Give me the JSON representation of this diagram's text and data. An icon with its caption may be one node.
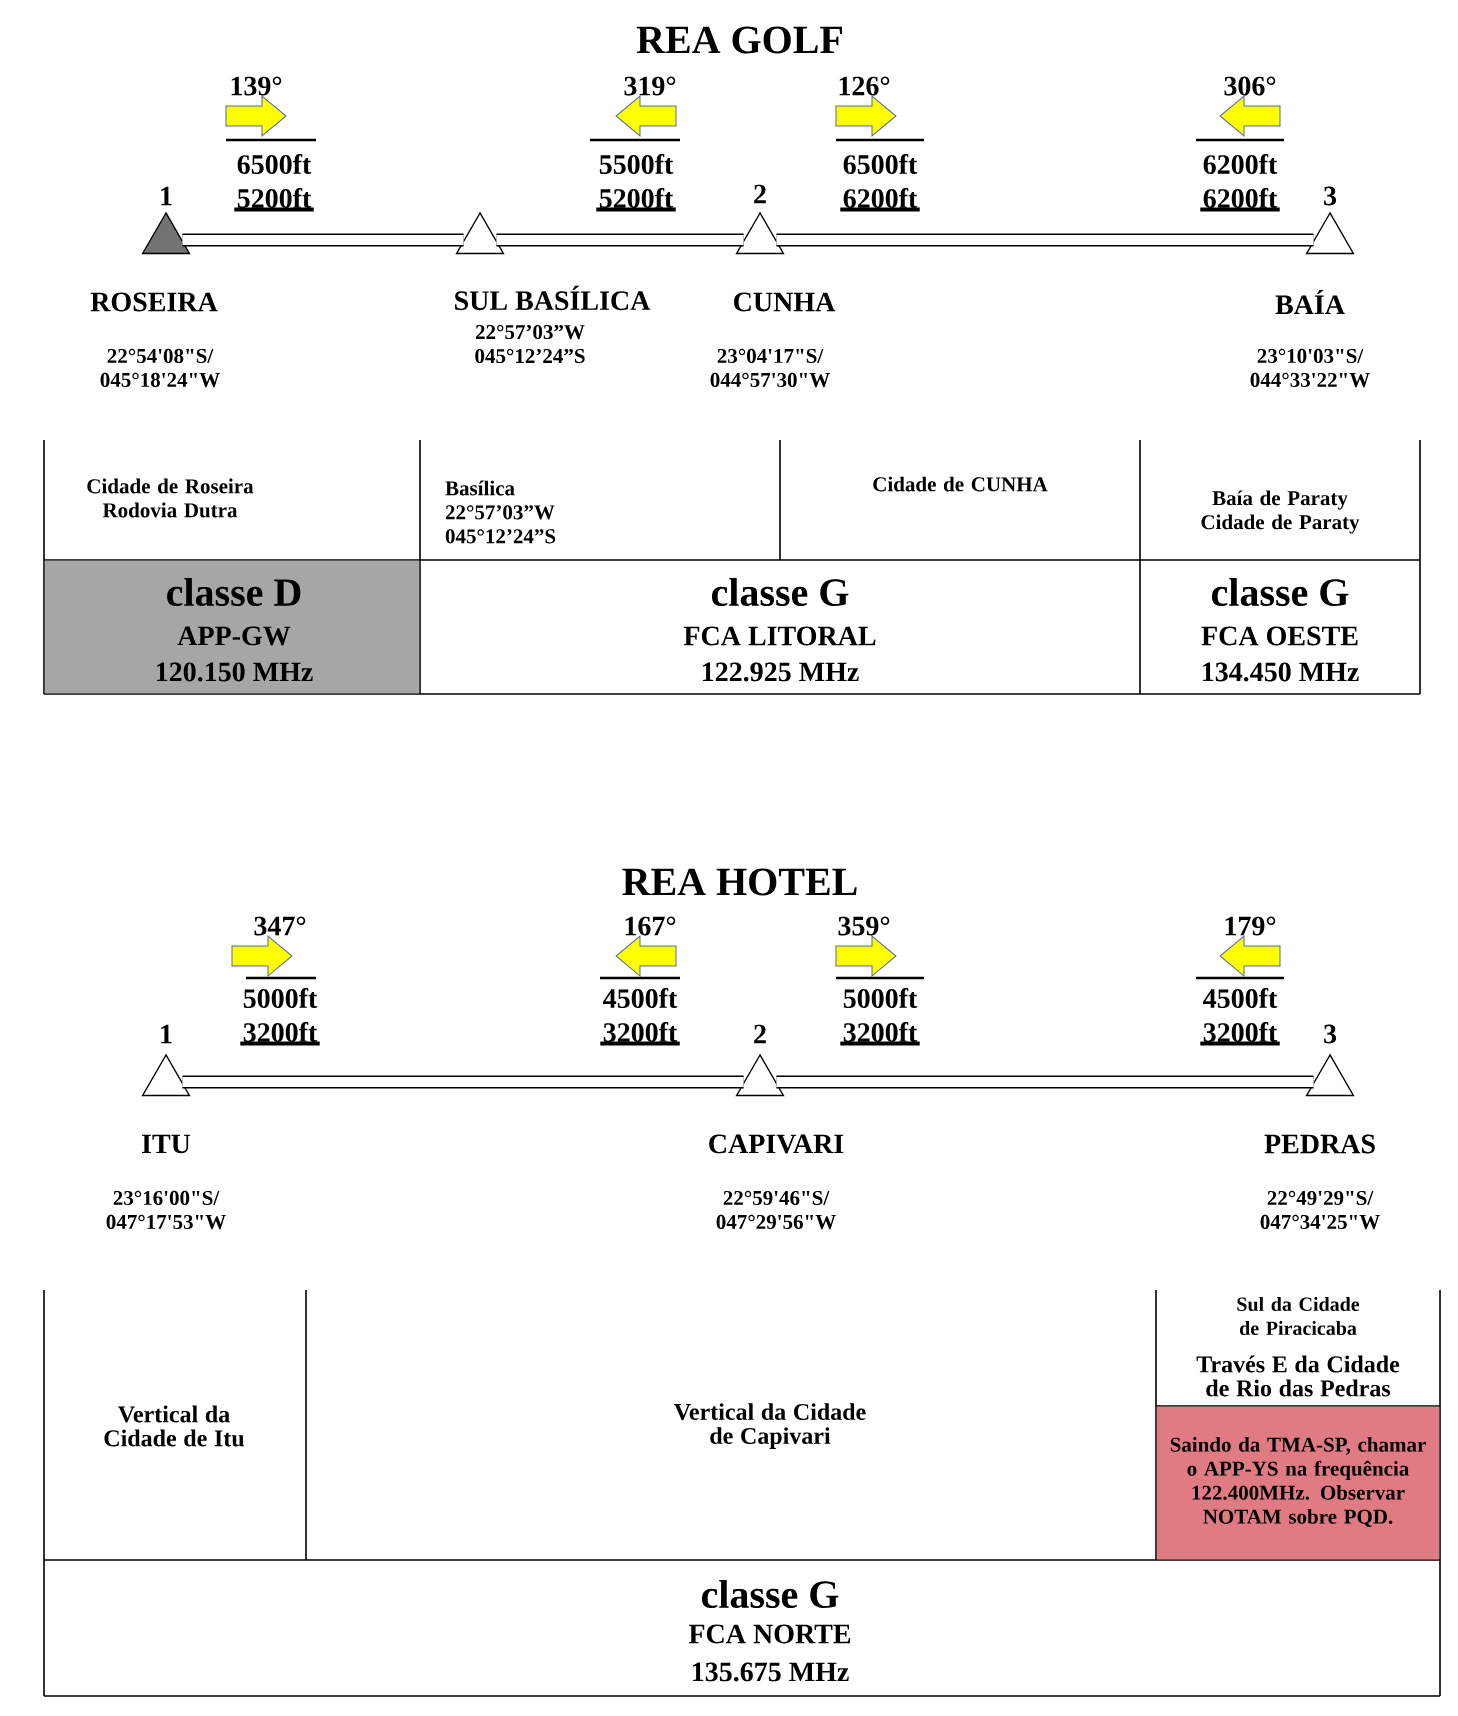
{
  "diagram": {
    "nodes": [
      {
        "text": [
          "1"
        ],
        "beside": [
          "ROSEIRA",
          "22°54'08\"S/ 045°18'24\"W"
        ]
      },
      {
        "text": [],
        "shape": "triangle",
        "beside": [
          "SUL BASÍLICA",
          "22°57’03”W 045°12’24”S"
        ]
      },
      {
        "text": [
          "2"
        ],
        "beside": [
          "CUNHA",
          "23°04'17\"S/ 044°57'30\"W"
        ]
      },
      {
        "text": [
          "3"
        ],
        "beside": [
          "BAÍA",
          "23°10'03\"S/ 044°33'22\"W"
        ]
      },
      {
        "text": [
          "1"
        ],
        "beside": [
          "ITU",
          "23°16'00\"S/ 047°17'53\"W"
        ]
      },
      {
        "text": [
          "2"
        ],
        "beside": [
          "CAPIVARI",
          "22°59'46\"S/ 047°29'56\"W"
        ]
      },
      {
        "text": [
          "3"
        ],
        "beside": [
          "PEDRAS",
          "22°49'29\"S/ 047°34'25\"W"
        ]
      }
    ],
    "edges": [
      {
        "from": 0,
        "to": 1,
        "arrow": "none"
      },
      {
        "from": 1,
        "to": 2,
        "arrow": "none"
      },
      {
        "from": 2,
        "to": 3,
        "arrow": "none"
      },
      {
        "from": 4,
        "to": 5,
        "arrow": "none"
      },
      {
        "from": 5,
        "to": 6,
        "arrow": "none"
      }
    ],
    "labels": [
      "REA GOLF",
      "139°",
      "319°",
      "126°",
      "306°",
      "6500ft",
      "5500ft",
      "6500ft",
      "6200ft",
      "5200ft",
      "5200ft",
      "6200ft",
      "6200ft",
      "Cidade de Roseira Rodovia Dutra",
      "Basílica 22°57’03”W 045°12’24”S",
      "Cidade de CUNHA",
      "Baía de Paraty Cidade de Paraty",
      "classe D",
      "APP-GW",
      "120.150 MHz",
      "classe G",
      "FCA LITORAL",
      "122.925 MHz",
      "classe G",
      "FCA OESTE",
      "134.450 MHz",
      "REA HOTEL",
      "347°",
      "167°",
      "359°",
      "179°",
      "5000ft",
      "4500ft",
      "5000ft",
      "4500ft",
      "3200ft",
      "3200ft",
      "3200ft",
      "3200ft",
      "Vertical da Cidade de Itu",
      "Vertical da Cidade de Capivari",
      "Sul da Cidade de Piracicaba",
      "Través E da Cidade de Rio das Pedras",
      "Saindo da TMA-SP, chamar o APP-YS na frequência 122.400MHz. Observar NOTAM sobre PQD.",
      "classe G",
      "FCA NORTE",
      "135.675 MHz"
    ]
  }
}
